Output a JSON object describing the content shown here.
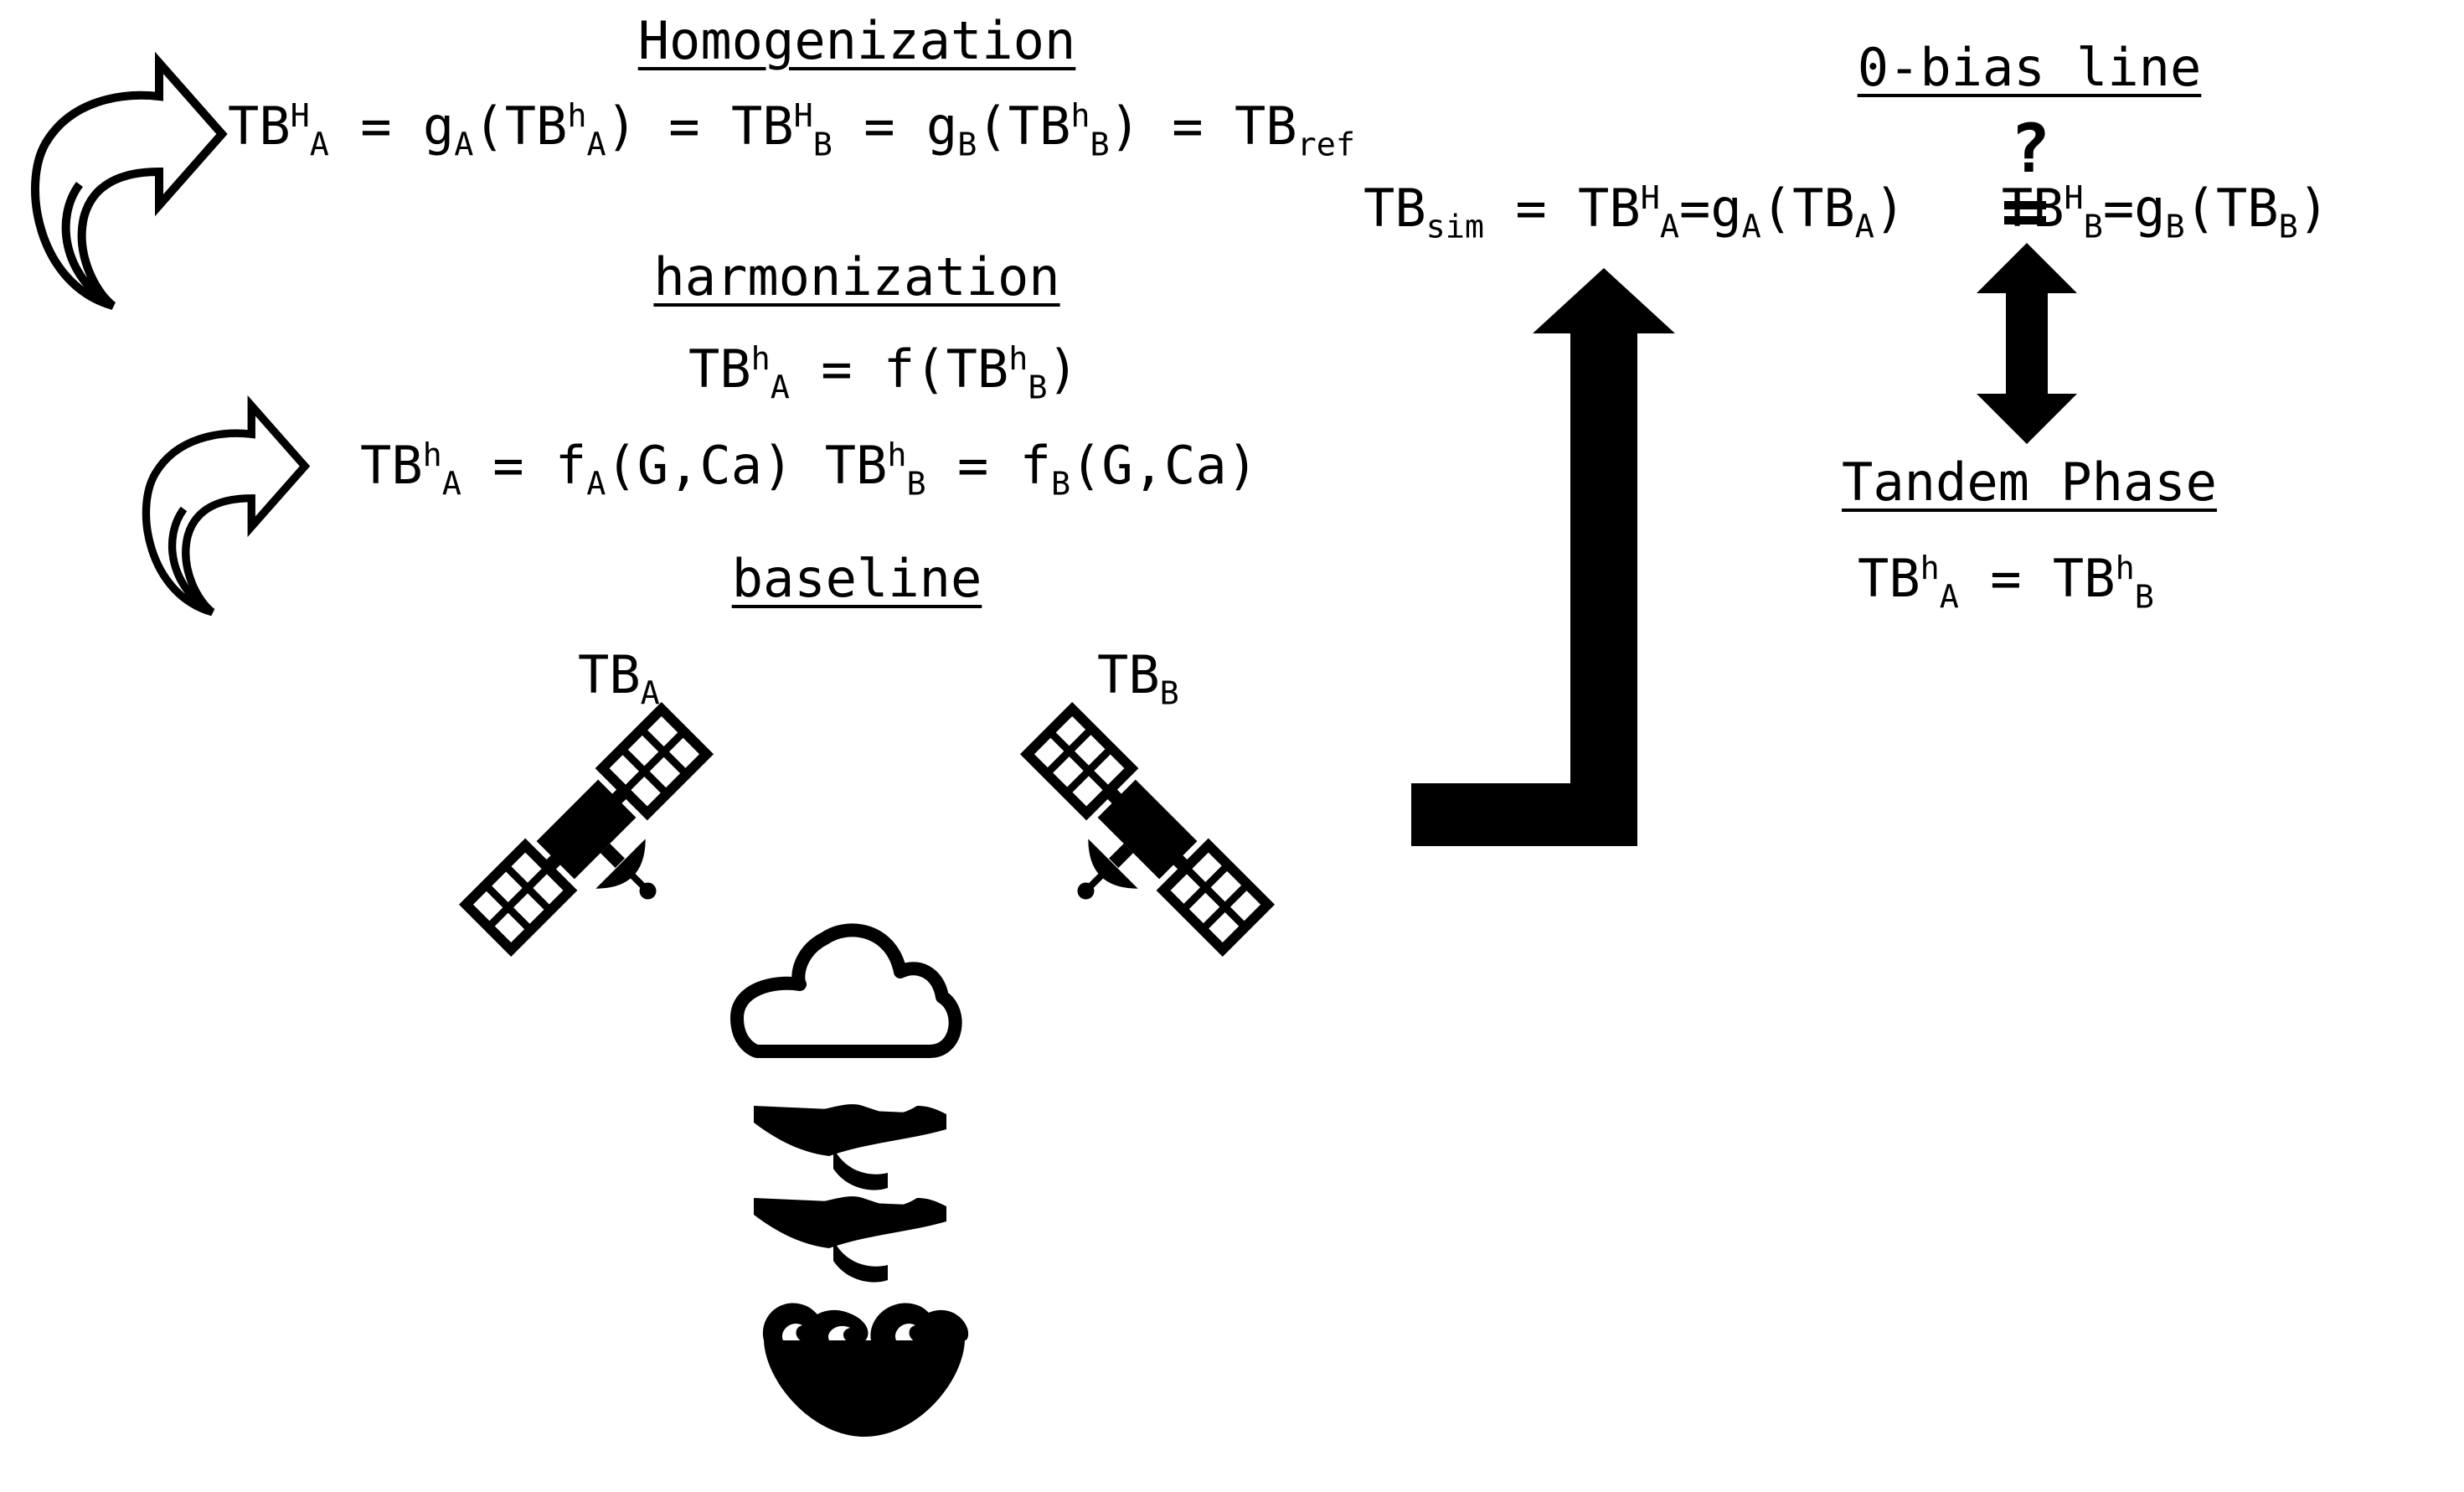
{
  "headings": {
    "homogenization": "Homogenization",
    "harmonization": "harmonization",
    "baseline": "baseline",
    "zero_bias": "0-bias line",
    "tandem": "Tandem Phase"
  },
  "symbols": {
    "tb": "TB",
    "g": "g",
    "f": "f",
    "eq": " = ",
    "eq_tight": "=",
    "H": "H",
    "h": "h",
    "A": "A",
    "B": "B",
    "ref": "ref",
    "sim": "sim",
    "args": "(G,Ca)",
    "question": "?"
  },
  "colors": {
    "ink": "#000000",
    "background": "#ffffff"
  },
  "icons": [
    "curved-arrow-icon",
    "satellite-icon",
    "cloud-icon",
    "atmosphere-waves-icon",
    "ocean-wave-icon",
    "step-arrow-icon",
    "double-arrow-icon"
  ]
}
